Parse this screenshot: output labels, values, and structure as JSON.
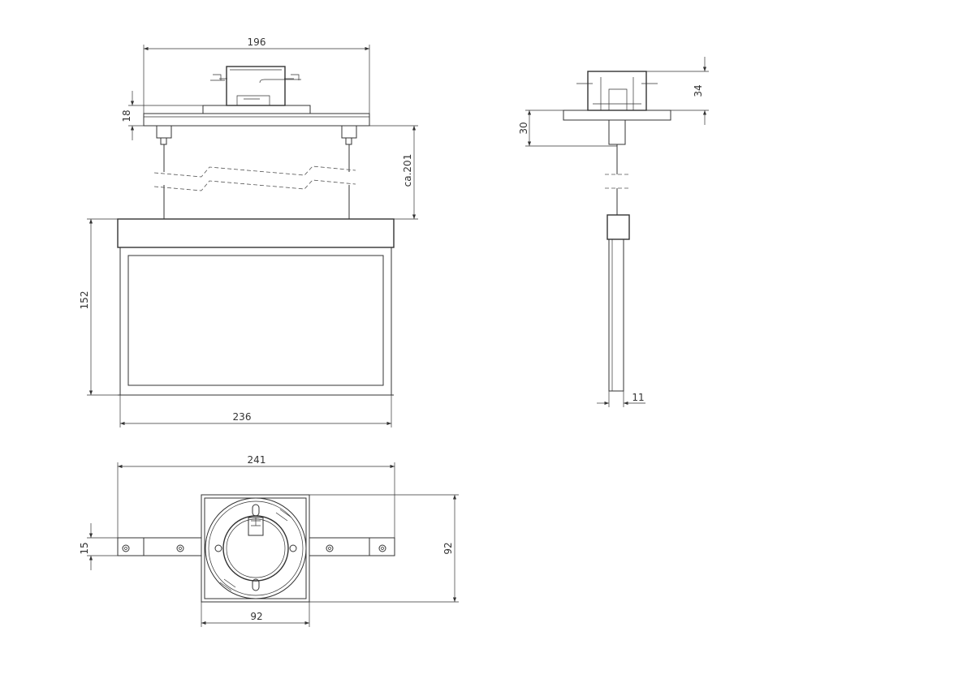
{
  "front_view": {
    "dim_mount_width": "196",
    "dim_mount_height": "18",
    "dim_suspension_length": "ca.201",
    "dim_sign_height": "152",
    "dim_sign_width": "236"
  },
  "side_view": {
    "dim_box_height": "34",
    "dim_connector_height": "30",
    "dim_sign_thickness": "11"
  },
  "bottom_view": {
    "dim_bar_length": "241",
    "dim_bar_height": "15",
    "dim_box_height": "92",
    "dim_box_width": "92"
  }
}
